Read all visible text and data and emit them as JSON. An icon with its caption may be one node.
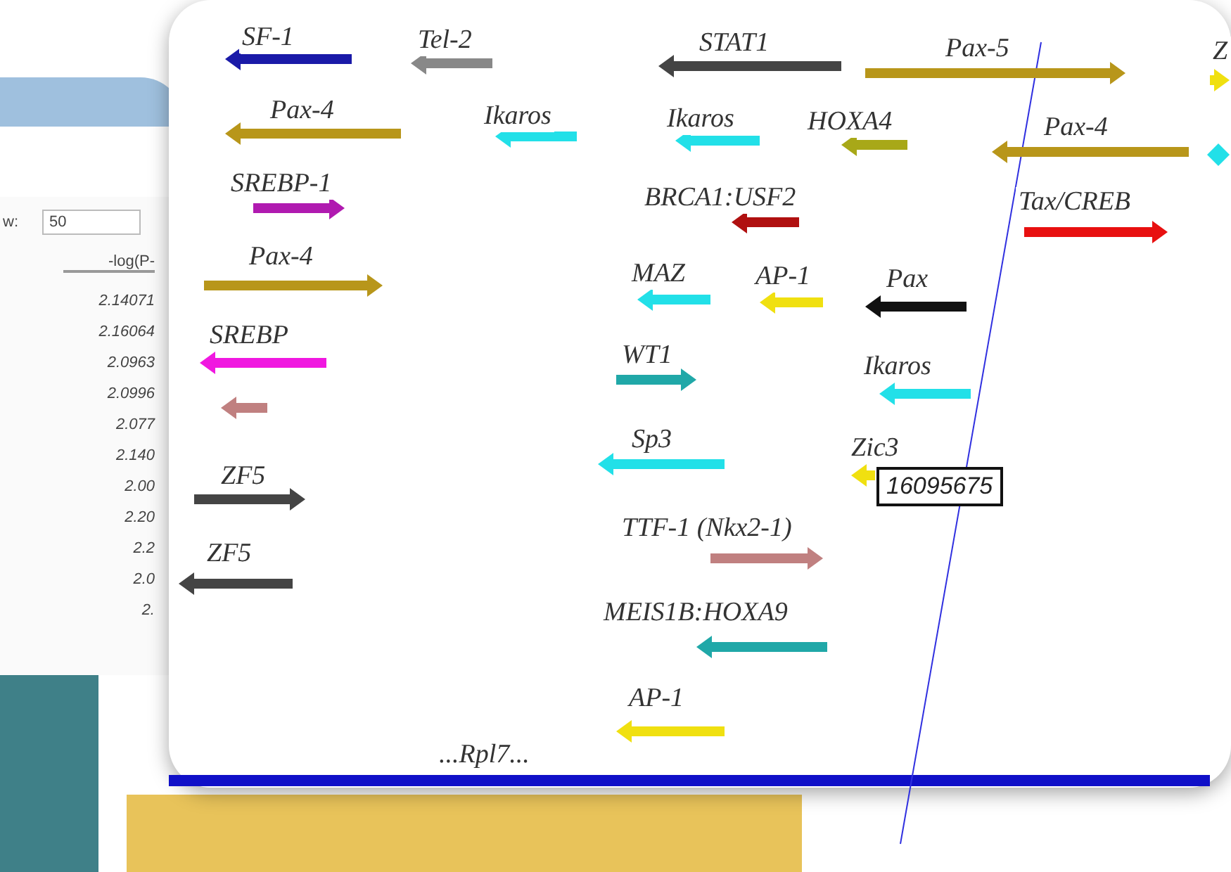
{
  "diagram": {
    "nodes": [
      {
        "text": [
          "16095675"
        ]
      }
    ],
    "labels": [
      "w:",
      "50",
      "-log(P-",
      "2.14071",
      "2.16064",
      "2.0963",
      "2.0996",
      "2.077",
      "2.140",
      "2.00",
      "2.20",
      "2.2",
      "2.0",
      "2.",
      "SF-1",
      "Tel-2",
      "STAT1",
      "Pax-5",
      "Z",
      "Pax-4",
      "Ikaros",
      "Ikaros",
      "HOXA4",
      "Pax-4",
      "SREBP-1",
      "BRCA1:USF2",
      "Tax/CREB",
      "Pax-4",
      "MAZ",
      "AP-1",
      "Pax",
      "SREBP",
      "WT1",
      "Ikaros",
      "Sp3",
      "Zic3",
      "ZF5",
      "TTF-1 (Nkx2-1)",
      "ZF5",
      "MEIS1B:HOXA9",
      "AP-1",
      "...Rpl7..."
    ]
  }
}
